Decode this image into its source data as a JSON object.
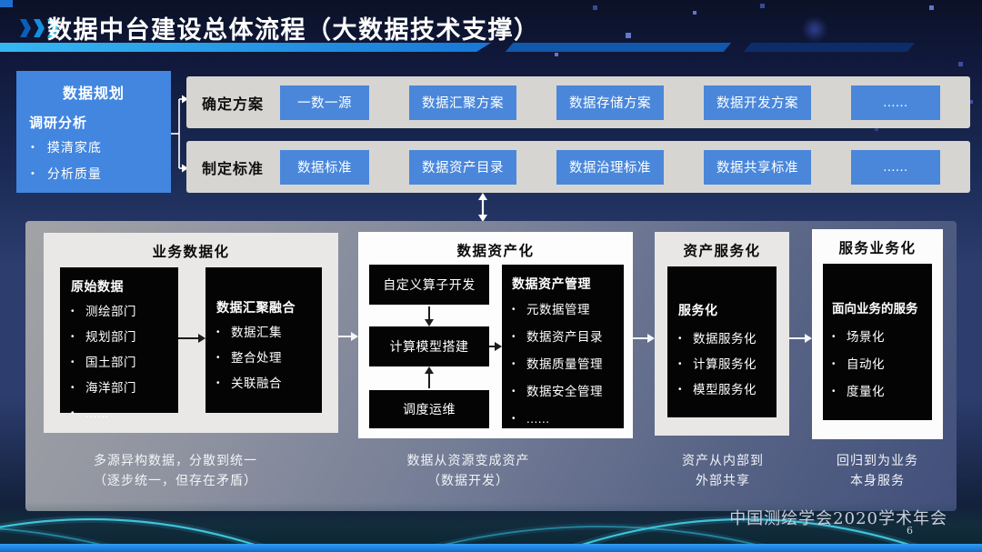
{
  "header": {
    "title": "数据中台建设总体流程（大数据技术支撑）"
  },
  "planning_box": {
    "title": "数据规划",
    "subtitle": "调研分析",
    "items": [
      "摸清家底",
      "分析质量"
    ]
  },
  "top_rows": [
    {
      "label": "确定方案",
      "buttons": [
        "一数一源",
        "数据汇聚方案",
        "数据存储方案",
        "数据开发方案",
        "......"
      ]
    },
    {
      "label": "制定标准",
      "buttons": [
        "数据标准",
        "数据资产目录",
        "数据治理标准",
        "数据共享标准",
        "......"
      ]
    }
  ],
  "sections": [
    {
      "title": "业务数据化",
      "boxes": [
        {
          "title": "原始数据",
          "items": [
            "测绘部门",
            "规划部门",
            "国土部门",
            "海洋部门",
            "......"
          ]
        },
        {
          "title": "数据汇聚融合",
          "items": [
            "数据汇集",
            "整合处理",
            "关联融合"
          ]
        }
      ],
      "caption": [
        "多源异构数据，分散到统一",
        "（逐步统一，但存在矛盾）"
      ]
    },
    {
      "title": "数据资产化",
      "flow_boxes": [
        "自定义算子开发",
        "计算模型搭建",
        "调度运维"
      ],
      "boxes": [
        {
          "title": "数据资产管理",
          "items": [
            "元数据管理",
            "数据资产目录",
            "数据质量管理",
            "数据安全管理",
            "......"
          ]
        }
      ],
      "caption": [
        "数据从资源变成资产",
        "（数据开发）"
      ]
    },
    {
      "title": "资产服务化",
      "boxes": [
        {
          "title": "服务化",
          "items": [
            "数据服务化",
            "计算服务化",
            "模型服务化"
          ]
        }
      ],
      "caption": [
        "资产从内部到",
        "外部共享"
      ]
    },
    {
      "title": "服务业务化",
      "boxes": [
        {
          "title": "面向业务的服务",
          "items": [
            "场景化",
            "自动化",
            "度量化"
          ]
        }
      ],
      "caption": [
        "回归到为业务",
        "本身服务"
      ]
    }
  ],
  "footer": {
    "conference": "中国测绘学会2020学术年会",
    "page_number": "6"
  },
  "colors": {
    "accent_blue": "#4a87da",
    "left_box_blue": "#4286e0",
    "top_row_gray": "#d7d5d2",
    "black_box": "#040404",
    "title_underline": "#1d9be8",
    "wave_cyan": "#3fd0ee",
    "bottom_bar_blue": "#1e7fd8",
    "background_navy": "#1a2a55"
  }
}
